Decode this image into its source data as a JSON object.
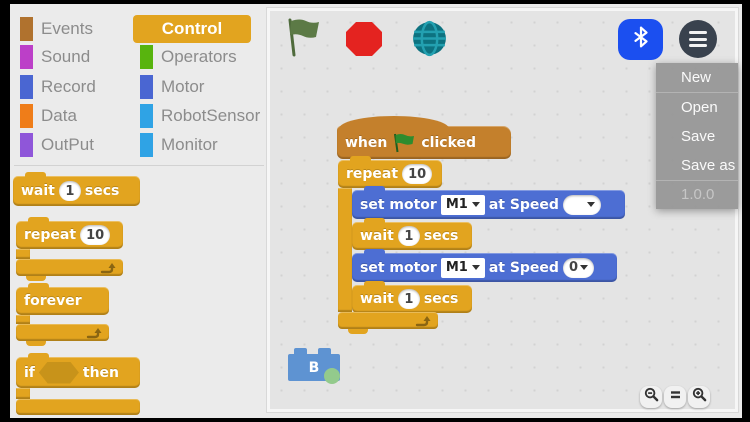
{
  "categories": {
    "selected": "Control",
    "column1": [
      {
        "label": "Events",
        "color": "#b0722e"
      },
      {
        "label": "Sound",
        "color": "#bc3fc8"
      },
      {
        "label": "Record",
        "color": "#4a66d2"
      },
      {
        "label": "Data",
        "color": "#ef7d19"
      },
      {
        "label": "OutPut",
        "color": "#8f56d9"
      }
    ],
    "column2": [
      {
        "label": "Control",
        "color": "#e2a41f"
      },
      {
        "label": "Operators",
        "color": "#58b40e"
      },
      {
        "label": "Motor",
        "color": "#4a66d2"
      },
      {
        "label": "RobotSensor",
        "color": "#2fa3e5"
      },
      {
        "label": "Monitor",
        "color": "#2fa3e5"
      }
    ]
  },
  "palette": {
    "wait": {
      "prefix": "wait",
      "value": "1",
      "suffix": "secs"
    },
    "repeat": {
      "label": "repeat",
      "value": "10"
    },
    "forever": {
      "label": "forever"
    },
    "if_then": {
      "prefix": "if",
      "suffix": "then"
    }
  },
  "toolbar": {
    "icons": [
      "green-flag",
      "stop-octagon",
      "globe",
      "bluetooth",
      "hamburger-menu"
    ]
  },
  "menu": {
    "items": [
      "New",
      "Open",
      "Save",
      "Save as"
    ],
    "version": "1.0.0"
  },
  "script": {
    "hat": {
      "before": "when",
      "after": "clicked",
      "icon": "green-flag"
    },
    "repeat": {
      "label": "repeat",
      "value": "10"
    },
    "blocks": [
      {
        "kind": "motor",
        "text1": "set motor",
        "motor": "M1",
        "text2": "at Speed",
        "speed": ""
      },
      {
        "kind": "wait",
        "prefix": "wait",
        "value": "1",
        "suffix": "secs"
      },
      {
        "kind": "motor",
        "text1": "set motor",
        "motor": "M1",
        "text2": "at Speed",
        "speed": "0"
      },
      {
        "kind": "wait",
        "prefix": "wait",
        "value": "1",
        "suffix": "secs"
      }
    ]
  },
  "sprite": {
    "label": "B"
  },
  "zoom_controls": {
    "out": "zoom-out",
    "reset": "zoom-reset",
    "in": "zoom-in"
  },
  "colors": {
    "control_gold": "#e2a41f",
    "motor_blue": "#4d6ed3",
    "event_brown": "#c4802c",
    "bluetooth_blue": "#1b4ff0",
    "menu_gray": "#989898",
    "canvas_bg": "#e4e4e4",
    "stop_red": "#e42320",
    "flag_green": "#5c7a46",
    "globe_teal": "#0d7280"
  }
}
